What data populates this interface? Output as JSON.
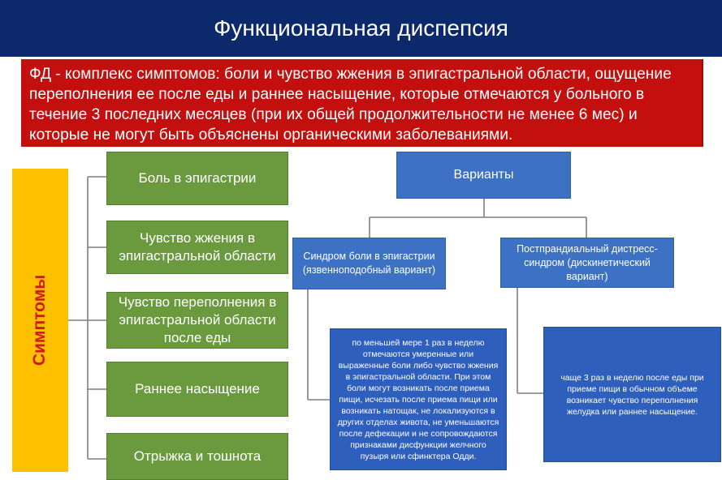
{
  "header": {
    "title": "Функциональная диспепсия"
  },
  "definition": {
    "text": "ФД - комплекс симптомов: боли и чувство жжения в эпигастральной области, ощущение переполнения ее после еды и раннее насыщение, которые отмечаются у больного в течение 3 последних месяцев (при их общей продолжительности не менее 6 мес) и которые не могут быть объяснены органическими заболеваниями."
  },
  "symptoms": {
    "label": "Симптомы",
    "items": [
      "Боль в эпигастрии",
      "Чувство жжения в эпигастральной области",
      "Чувство переполнения в эпигастральной области после еды",
      "Раннее насыщение",
      "Отрыжка и тошнота"
    ]
  },
  "variants": {
    "title": "Варианты",
    "pain": {
      "title": "Синдром боли в эпигастрии (язвенноподобный вариант)",
      "description": "по меньшей мере 1 раз в неделю отмечаются умеренные или выраженные боли либо чувство жжения в эпигастральной области. При этом боли могут возникать после приема пищи, исчезать после приема пищи или возникать натощак, не локализуются в других отделах живота, не уменьшаются после дефекации и не сопровождаются признаками дисфункции желчного пузыря или сфинктера Одди."
    },
    "distress": {
      "title": "Постпрандиальный дистресс-синдром (дискинетический вариант)",
      "description": "чаще 3 раз в неделю после еды при приеме пищи в обычном объеме возникает чувство переполнения желудка или раннее насыщение."
    }
  },
  "colors": {
    "header_bg": "#0c2a6b",
    "definition_bg": "#c40f0f",
    "symptoms_bar": "#ffc000",
    "symptoms_text": "#d0190f",
    "green_box": "#6b9a3e",
    "blue_box": "#3c71c3",
    "connector": "#7f7f7f"
  }
}
